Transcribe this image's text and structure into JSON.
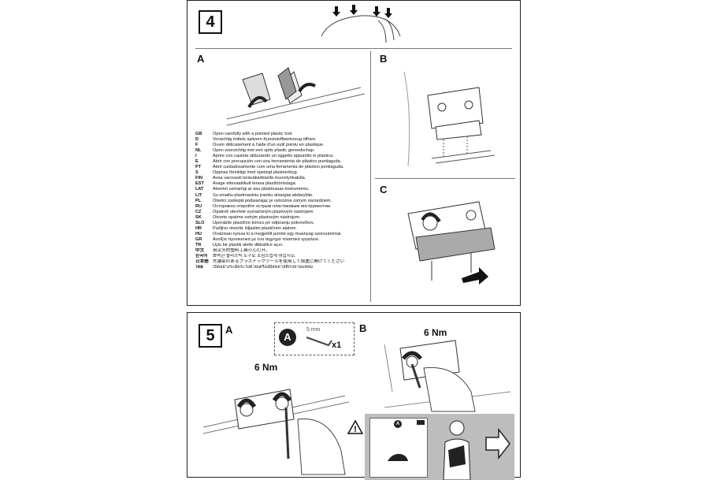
{
  "step4": {
    "number": "4",
    "labels": {
      "a": "A",
      "b": "B",
      "c": "C"
    },
    "instructions": [
      {
        "code": "GB",
        "text": "Open carefully with a pointed plastic tool."
      },
      {
        "code": "D",
        "text": "Vorsichtig mittels spitzem Kunststoffwerkzeug öffnen."
      },
      {
        "code": "F",
        "text": "Ouvrir délicatement à l'aide d'un outil pointu en plastique."
      },
      {
        "code": "NL",
        "text": "Open voorzichtig met een spits plastic gereedschap."
      },
      {
        "code": "I",
        "text": "Aprire con cautela utilizzando un oggetto appuntito in plastica."
      },
      {
        "code": "E",
        "text": "Abrir con precaución con una herramienta de plástico puntiaguda."
      },
      {
        "code": "PT",
        "text": "Abrir cuidadosamente com uma ferramenta de plástico pontiaguda."
      },
      {
        "code": "S",
        "text": "Öppnas försiktigt med spetsigt plastverktyg."
      },
      {
        "code": "FIN",
        "text": "Avaa varovasti teräväkärkisellä muovityökalulla."
      },
      {
        "code": "EST",
        "text": "Avage ettevaatlikult terava plasttööriistaga."
      },
      {
        "code": "LAT",
        "text": "Atveriet uzmanīgi ar asu plastmasas instrumentu."
      },
      {
        "code": "LIT",
        "text": "Su smailiu plastmasiniu įrankiu atsargiai atidarykite."
      },
      {
        "code": "PL",
        "text": "Otwórz zaślepki podważając je ostrożnie ostrym narzędziem."
      },
      {
        "code": "RU",
        "text": "Осторожно откройте острым пластиковым инструментом."
      },
      {
        "code": "CZ",
        "text": "Opatrně otevřete vyznačeným plastovým nástrojem."
      },
      {
        "code": "SK",
        "text": "Otvorte opatrne ostrým plastovým nástrojom."
      },
      {
        "code": "SLO",
        "text": "Uporabite plastično konico pri odpiranju pokrovčkov."
      },
      {
        "code": "HR",
        "text": "Pažljivo otvorite šiljastim plastičnim alatom."
      },
      {
        "code": "HU",
        "text": "Óvatosan nyissa ki a megjelölt pontot egy muanyag szerszámmal."
      },
      {
        "code": "GR",
        "text": "Ανοίξτε προσεκτικά με ένα αιχμηρό πλαστικό εργαλείο."
      },
      {
        "code": "TR",
        "text": "Uçlu bir plastik aletle dikkatlice açın."
      },
      {
        "code": "中文",
        "text": "用尖头的塑料工具小心打开。"
      },
      {
        "code": "한국어",
        "text": "뾰족한 플라스틱 도구로 조심스럽게 여십시오."
      },
      {
        "code": "日本語",
        "text": "先端部のあるプラスチックツールを使用して慎重に開けてください"
      },
      {
        "code": "ไทย",
        "text": "เปิดอย่างระมัดระวังด้วยเครื่องมือพลาสติกปลายแหลม"
      }
    ]
  },
  "step5": {
    "number": "5",
    "labels": {
      "a": "A",
      "b": "B"
    },
    "torque_a": "6 Nm",
    "torque_b": "6 Nm",
    "tool": {
      "badge": "A",
      "size": "5 mm",
      "quantity": "x1"
    }
  },
  "icons": {
    "warning": "warning-triangle-icon",
    "arrow": "arrow-right-icon"
  }
}
